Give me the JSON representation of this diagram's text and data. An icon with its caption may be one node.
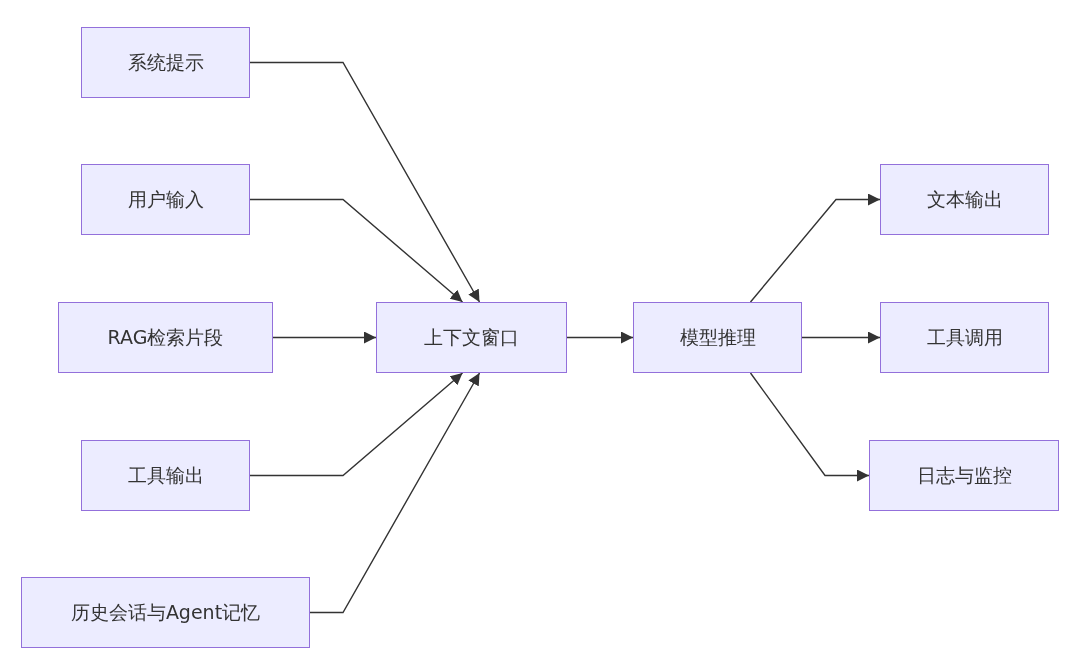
{
  "diagram": {
    "nodes": [
      {
        "text": [
          "系统提示"
        ]
      },
      {
        "text": [
          "用户输入"
        ]
      },
      {
        "text": [
          "RAG检索片段"
        ]
      },
      {
        "text": [
          "工具输出"
        ]
      },
      {
        "text": [
          "历史会话与Agent记忆"
        ]
      },
      {
        "text": [
          "上下文窗口"
        ]
      },
      {
        "text": [
          "模型推理"
        ]
      },
      {
        "text": [
          "文本输出"
        ]
      },
      {
        "text": [
          "工具调用"
        ]
      },
      {
        "text": [
          "日志与监控"
        ]
      }
    ],
    "edges": [
      {
        "from": 0,
        "to": 5,
        "arrow": "to"
      },
      {
        "from": 1,
        "to": 5,
        "arrow": "to"
      },
      {
        "from": 2,
        "to": 5,
        "arrow": "to"
      },
      {
        "from": 3,
        "to": 5,
        "arrow": "to"
      },
      {
        "from": 4,
        "to": 5,
        "arrow": "to"
      },
      {
        "from": 5,
        "to": 6,
        "arrow": "to"
      },
      {
        "from": 6,
        "to": 7,
        "arrow": "to"
      },
      {
        "from": 6,
        "to": 8,
        "arrow": "to"
      },
      {
        "from": 6,
        "to": 9,
        "arrow": "to"
      }
    ]
  }
}
